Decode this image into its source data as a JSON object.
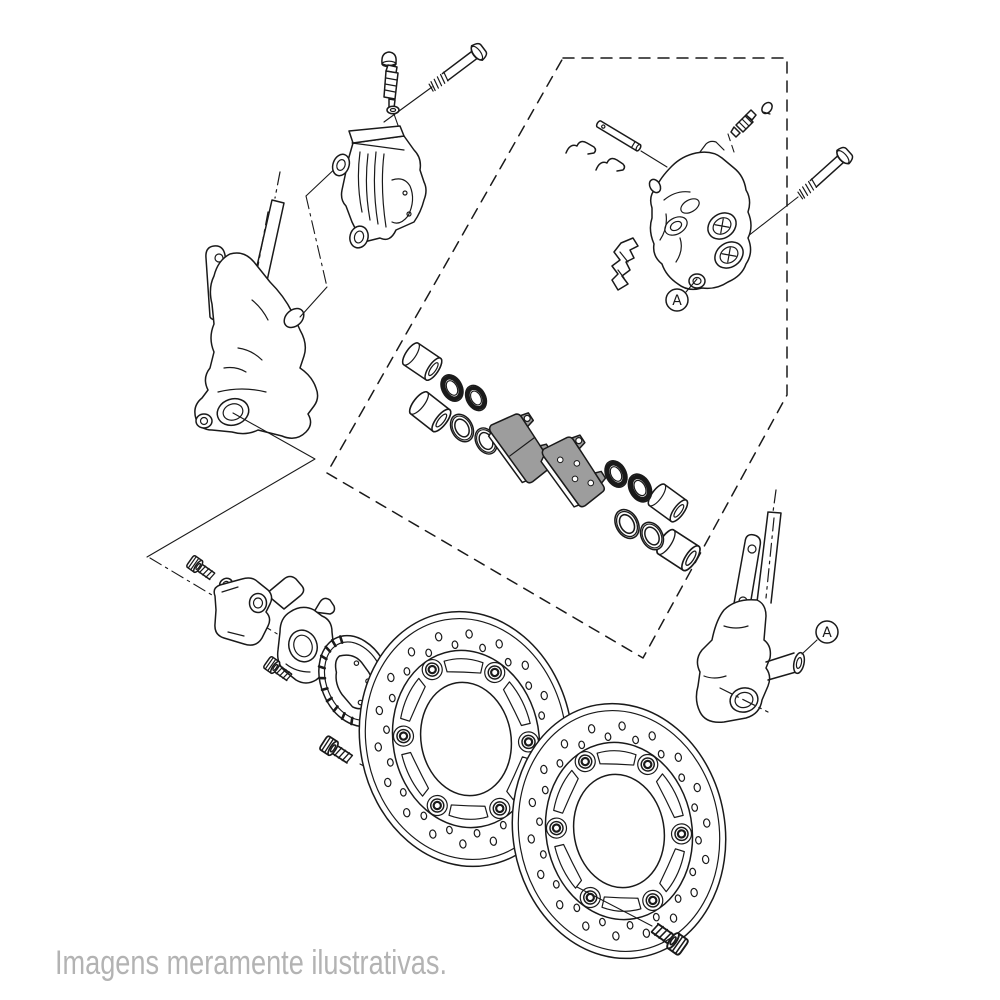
{
  "caption": {
    "text": "Imagens meramente ilustrativas."
  },
  "labels": {
    "caliper_marker": "A",
    "fork_marker": "A"
  },
  "colors": {
    "line": "#1a1a1a",
    "pad_gray": "#9d9d9d",
    "caption_gray": "#b3b3b3",
    "background": "#ffffff"
  }
}
